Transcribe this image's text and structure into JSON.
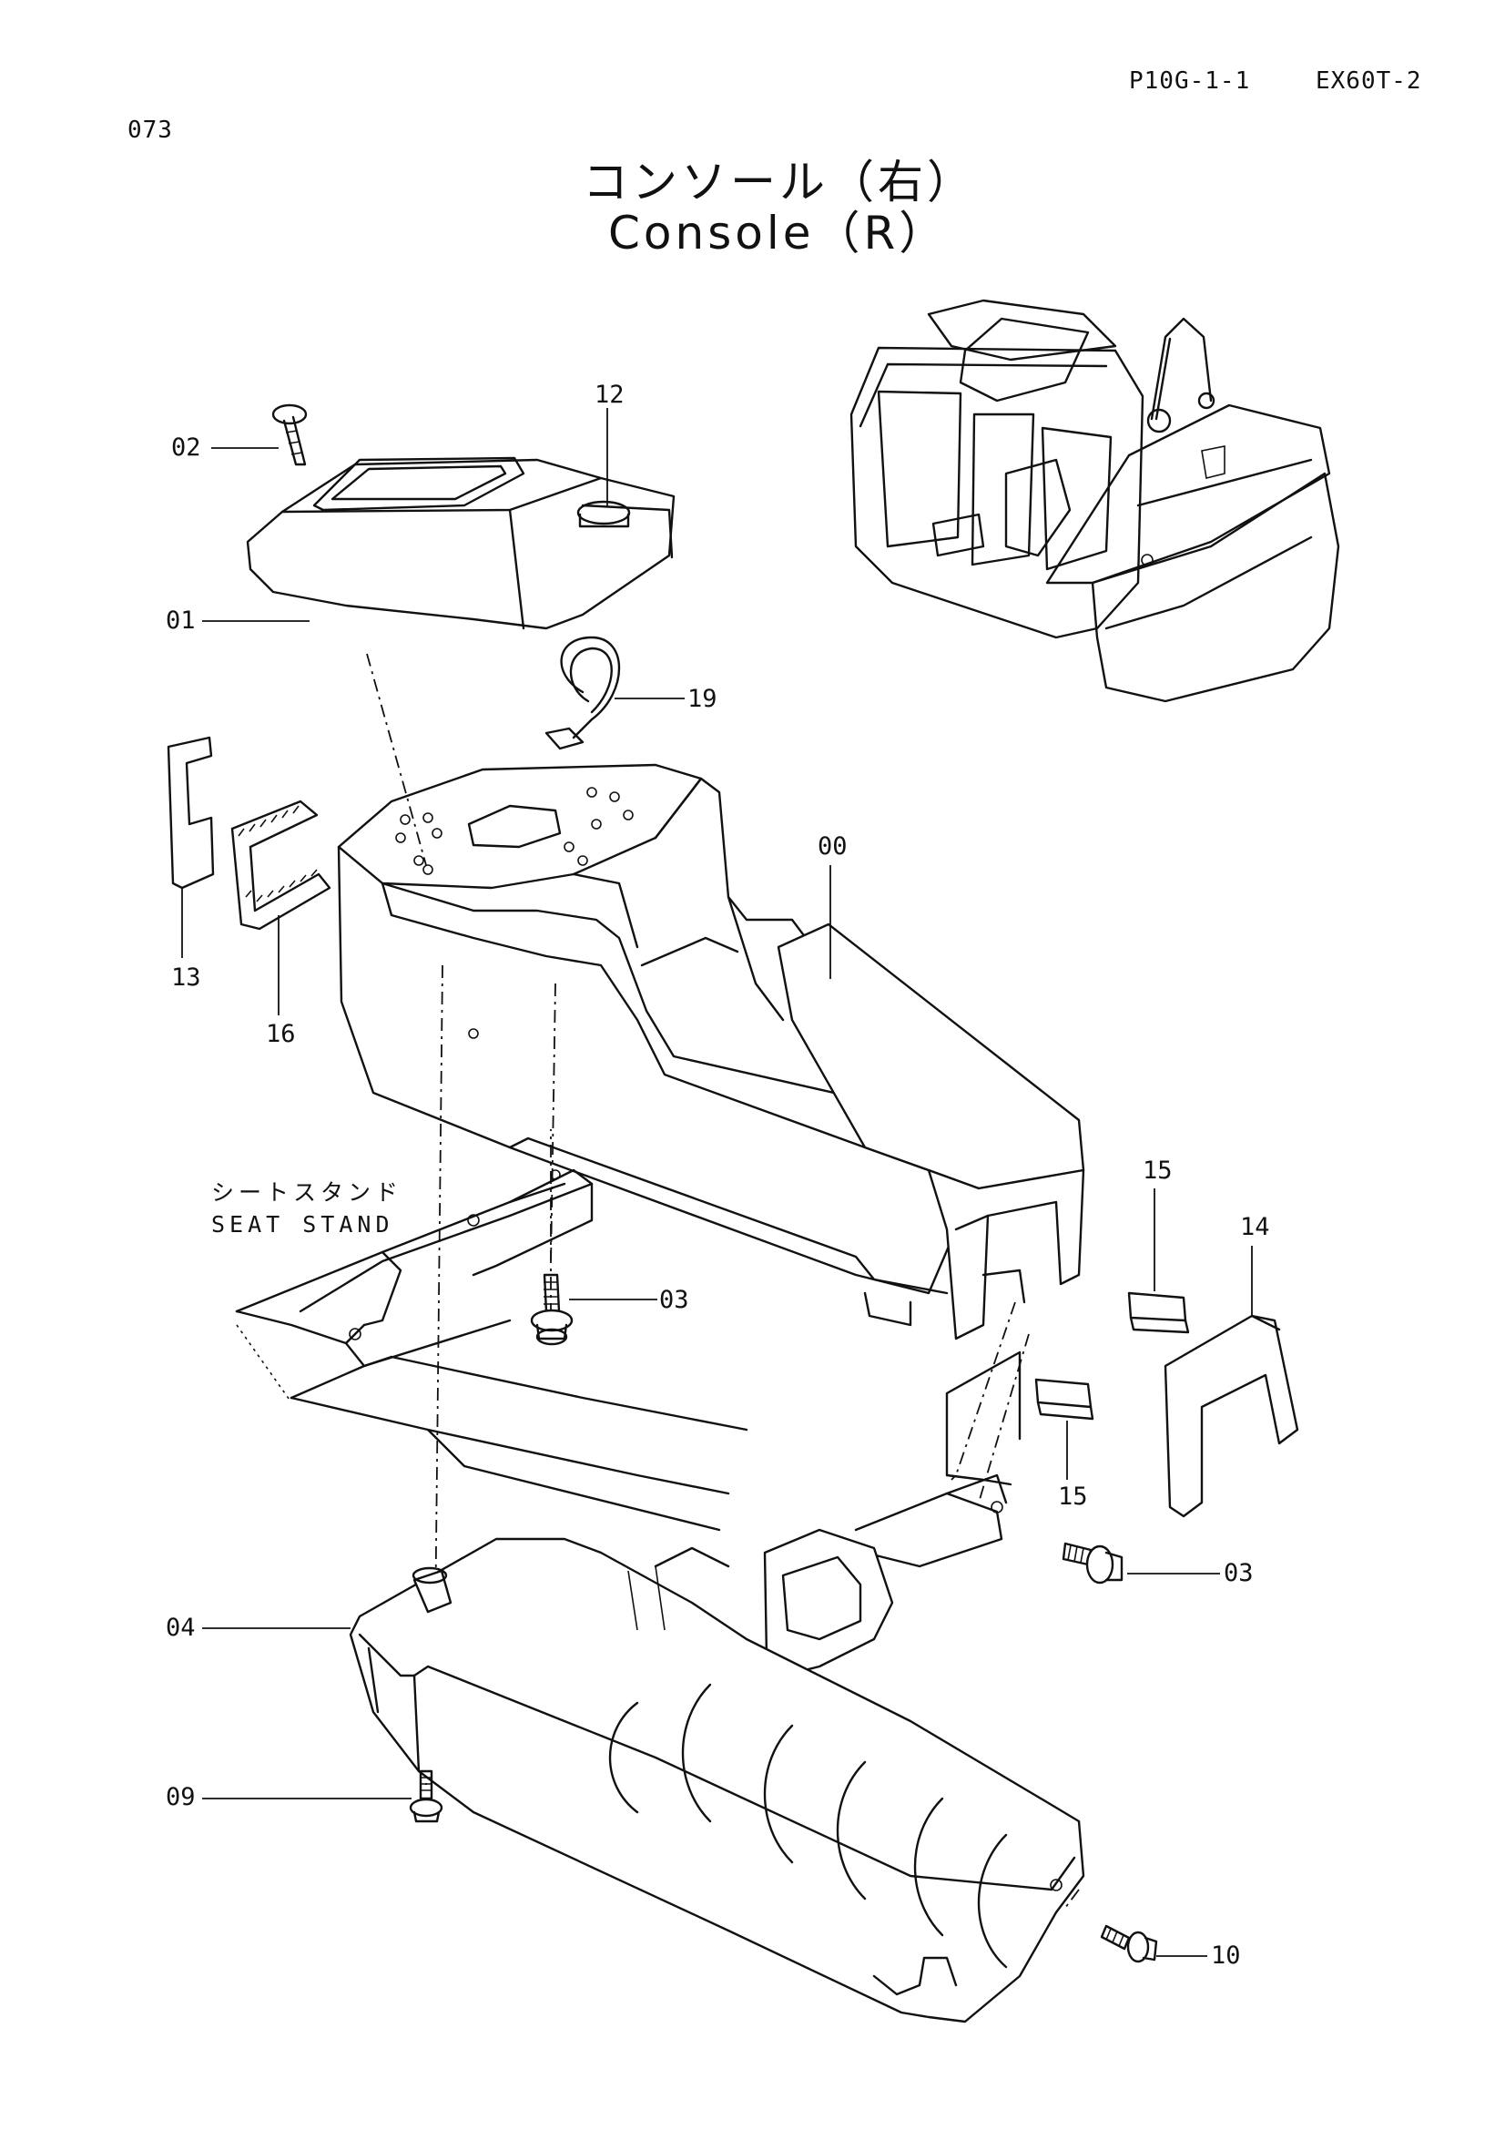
{
  "header": {
    "page_code": "P10G-1-1",
    "model": "EX60T-2",
    "page_number": "073"
  },
  "title": {
    "japanese": "コンソール（右）",
    "english": "Console（R）"
  },
  "labels": {
    "seat_stand_jp": "シートスタンド",
    "seat_stand_en": "SEAT  STAND"
  },
  "callouts": [
    {
      "id": "02"
    },
    {
      "id": "12"
    },
    {
      "id": "01"
    },
    {
      "id": "19"
    },
    {
      "id": "13"
    },
    {
      "id": "16"
    },
    {
      "id": "00"
    },
    {
      "id": "03"
    },
    {
      "id": "15"
    },
    {
      "id": "14"
    },
    {
      "id": "15"
    },
    {
      "id": "03"
    },
    {
      "id": "04"
    },
    {
      "id": "09"
    },
    {
      "id": "10"
    }
  ],
  "icons": [
    "console-cover-01",
    "console-body-00",
    "lower-cover-04",
    "machine-overview",
    "seat-stand",
    "pad-13",
    "seal-16",
    "pad-14",
    "pad-15",
    "clamp-19",
    "bolt-02",
    "bolt-03",
    "bolt-09",
    "bolt-10",
    "cap-12"
  ]
}
